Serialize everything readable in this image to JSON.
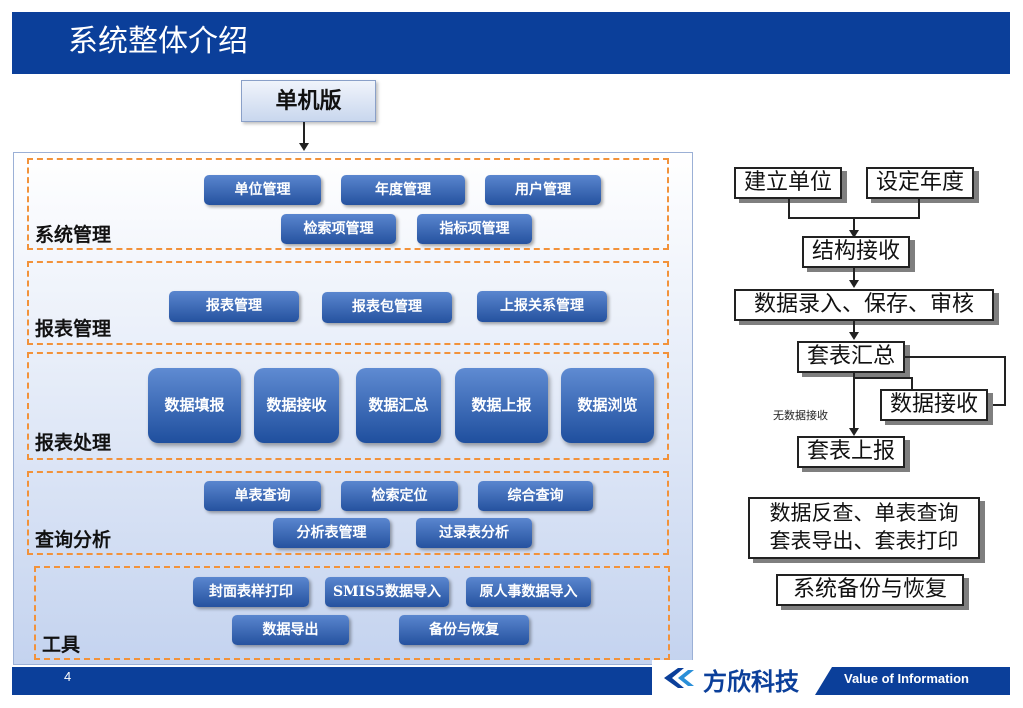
{
  "header": {
    "title": "系统整体介绍"
  },
  "top_node": "单机版",
  "sections": {
    "system": {
      "label": "系统管理",
      "buttons": [
        "单位管理",
        "年度管理",
        "用户管理",
        "检索项管理",
        "指标项管理"
      ]
    },
    "report": {
      "label": "报表管理",
      "buttons": [
        "报表管理",
        "报表包管理",
        "上报关系管理"
      ]
    },
    "process": {
      "label": "报表处理",
      "buttons": [
        "数据填报",
        "数据接收",
        "数据汇总",
        "数据上报",
        "数据浏览"
      ]
    },
    "query": {
      "label": "查询分析",
      "buttons": [
        "单表查询",
        "检索定位",
        "综合查询",
        "分析表管理",
        "过录表分析"
      ]
    },
    "tools": {
      "label": "工具",
      "buttons": [
        "封面表样打印",
        "SMIS5数据导入",
        "原人事数据导入",
        "数据导出",
        "备份与恢复"
      ]
    }
  },
  "flow": {
    "create_unit": "建立单位",
    "set_year": "设定年度",
    "receive_structure": "结构接收",
    "data_entry": "数据录入、保存、审核",
    "summary": "套表汇总",
    "data_receive": "数据接收",
    "no_data_receive": "无数据接收",
    "report_up": "套表上报",
    "query_line1": "数据反查、单表查询",
    "query_line2": "套表导出、套表打印",
    "backup": "系统备份与恢复"
  },
  "footer": {
    "page_number": "4",
    "brand": "方欣科技",
    "tagline": "Value of Information"
  },
  "colors": {
    "header_blue": "#0b3f9a",
    "button_blue": "#2f5ea8",
    "dashed_orange": "#f2923a"
  }
}
